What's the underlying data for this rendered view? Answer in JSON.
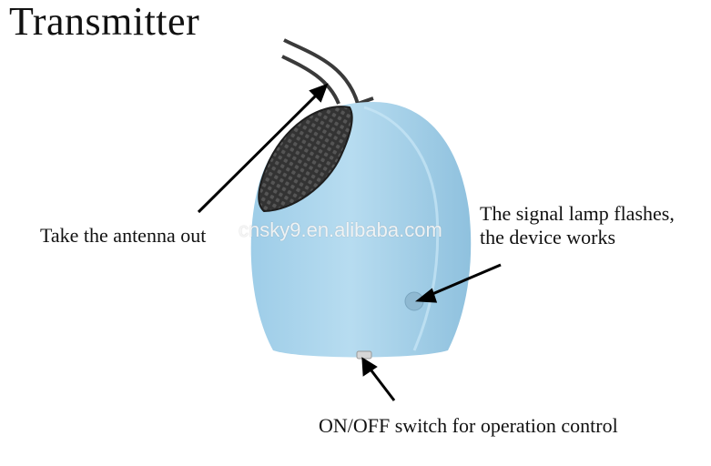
{
  "title": "Transmitter",
  "watermark": "cnsky9.en.alibaba.com",
  "labels": {
    "antenna": "Take the antenna out",
    "lamp_line1": "The signal lamp flashes,",
    "lamp_line2": "the device works",
    "switch": "ON/OFF switch for operation control"
  },
  "colors": {
    "body": "#a9d4ec",
    "body_shadow": "#8dbfdd",
    "grip": "#2a2a2a",
    "arrow": "#000000"
  }
}
